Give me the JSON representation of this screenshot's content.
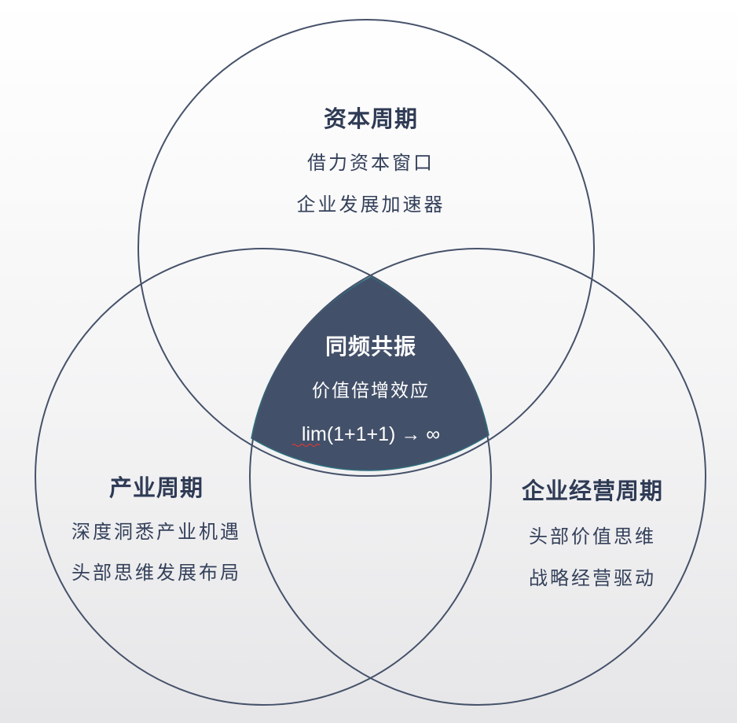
{
  "diagram": {
    "top": {
      "title": "资本周期",
      "line1": "借力资本窗口",
      "line2": "企业发展加速器"
    },
    "left": {
      "title": "产业周期",
      "line1": "深度洞悉产业机遇",
      "line2": "头部思维发展布局"
    },
    "right": {
      "title": "企业经营周期",
      "line1": "头部价值思维",
      "line2": "战略经营驱动"
    },
    "center": {
      "title": "同频共振",
      "line1": "价值倍增效应",
      "formula": "lim(1+1+1) → ∞"
    }
  },
  "colors": {
    "circle_stroke": "#46526a",
    "center_fill": "#435069",
    "text": "#2f3b55"
  }
}
